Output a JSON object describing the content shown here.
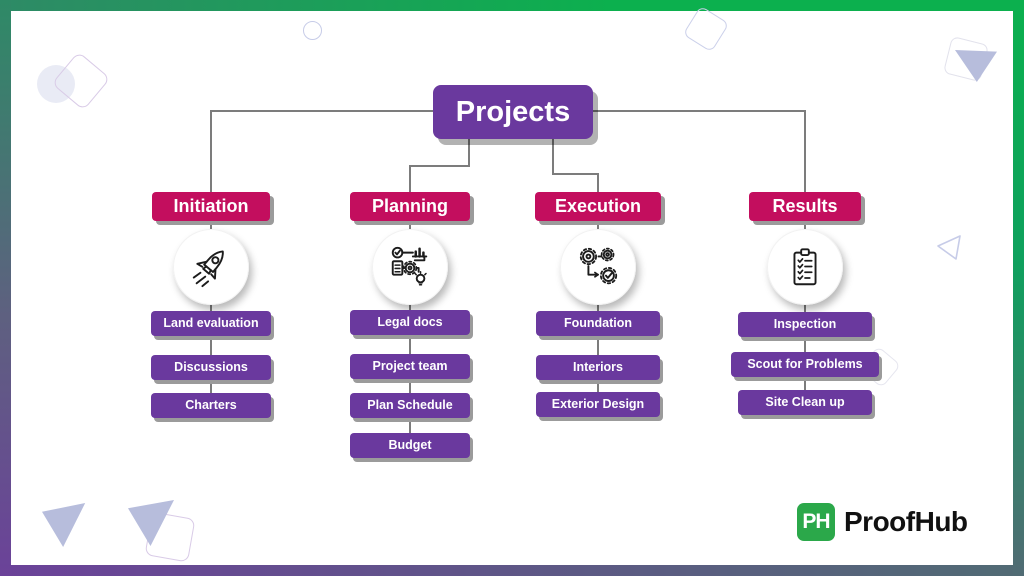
{
  "title": "Projects work breakdown structure infographic",
  "root": {
    "label": "Projects"
  },
  "branches": [
    {
      "label": "Initiation",
      "icon": "rocket-icon",
      "items": [
        "Land evaluation",
        "Discussions",
        "Charters"
      ]
    },
    {
      "label": "Planning",
      "icon": "planning-workflow-icon",
      "items": [
        "Legal docs",
        "Project team",
        "Plan Schedule",
        "Budget"
      ]
    },
    {
      "label": "Execution",
      "icon": "gears-process-icon",
      "items": [
        "Foundation",
        "Interiors",
        "Exterior Design"
      ]
    },
    {
      "label": "Results",
      "icon": "checklist-clipboard-icon",
      "items": [
        "Inspection",
        "Scout for Problems",
        "Site Clean up"
      ]
    }
  ],
  "logo": {
    "badge": "PH",
    "name": "ProofHub"
  },
  "colors": {
    "root_box": "#6a399e",
    "branch_box": "#c30e5e",
    "item_box": "#6a399e",
    "connector_gray": "#7c7c7c",
    "logo_green": "#2ba84a",
    "frame_top_left": "#2e8a66",
    "frame_top_right": "#0cb04e",
    "frame_bottom_left": "#6b4299",
    "frame_bottom_right": "#516b74"
  }
}
